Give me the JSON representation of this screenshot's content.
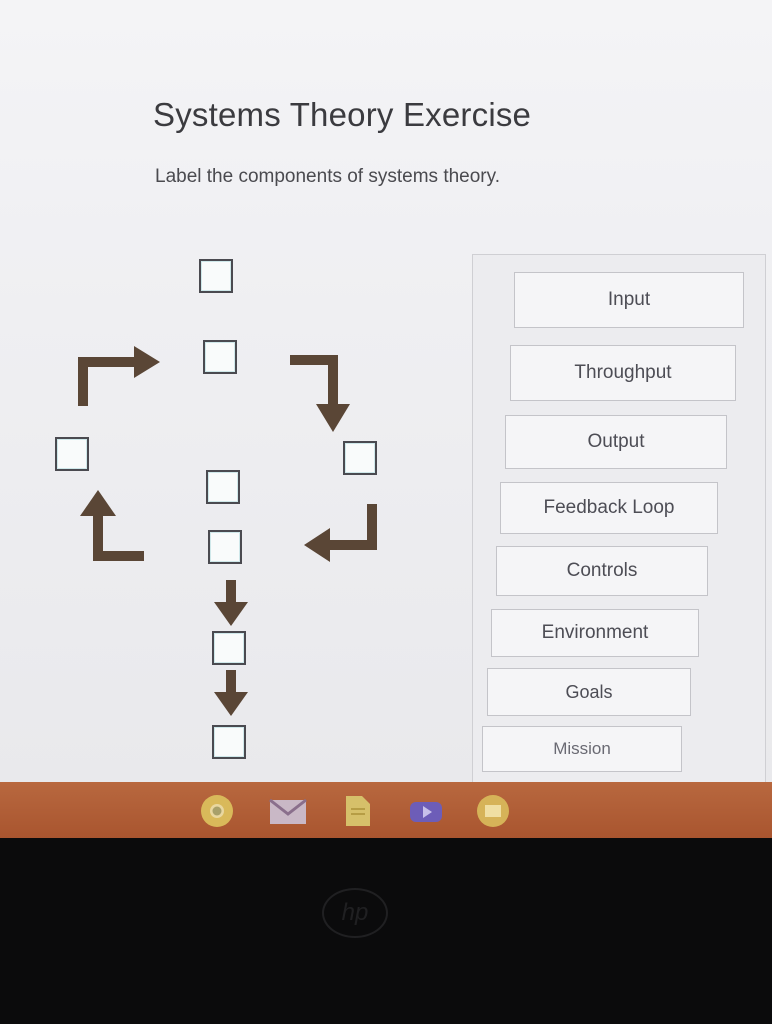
{
  "page": {
    "title": "Systems Theory Exercise",
    "instructions": "Label the components of systems theory."
  },
  "diagram": {
    "drop_targets": [
      {
        "id": "top"
      },
      {
        "id": "center-upper"
      },
      {
        "id": "left"
      },
      {
        "id": "right"
      },
      {
        "id": "center-mid"
      },
      {
        "id": "center-lower"
      },
      {
        "id": "bottom-upper"
      },
      {
        "id": "bottom-lower"
      }
    ],
    "arrow_color": "#5a4636",
    "slot_border_color": "#4a4a50"
  },
  "choices": [
    {
      "label": "Input"
    },
    {
      "label": "Throughput"
    },
    {
      "label": "Output"
    },
    {
      "label": "Feedback Loop"
    },
    {
      "label": "Controls"
    },
    {
      "label": "Environment"
    },
    {
      "label": "Goals"
    },
    {
      "label": "Mission"
    }
  ],
  "taskbar": {
    "apps": [
      {
        "icon": "chrome-icon"
      },
      {
        "icon": "gmail-icon"
      },
      {
        "icon": "docs-icon"
      },
      {
        "icon": "youtube-icon"
      },
      {
        "icon": "files-icon"
      }
    ],
    "color": "#b0603a"
  },
  "device": {
    "logo_text": "hp"
  }
}
